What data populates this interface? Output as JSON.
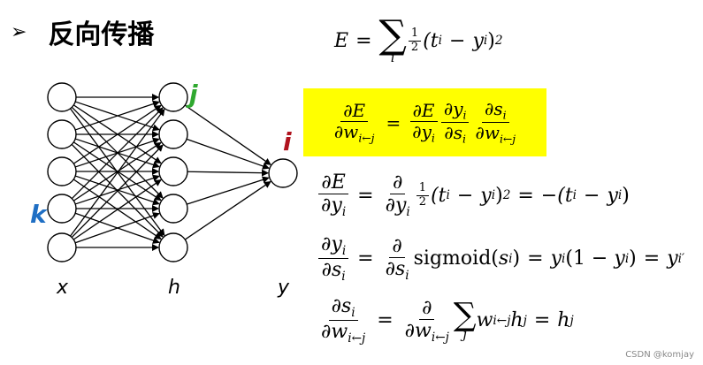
{
  "title": {
    "bullet": "➢",
    "text": "反向传播"
  },
  "network": {
    "layer_labels": {
      "input": "x",
      "hidden": "h",
      "output": "y"
    },
    "node_labels": {
      "k": "k",
      "j": "j",
      "i": "i"
    },
    "colors": {
      "k": "#1f6fc4",
      "j": "#2fa82f",
      "i": "#b0131e",
      "highlight": "#ffff00"
    }
  },
  "equations": {
    "e1": {
      "E": "E",
      "eq": "=",
      "sum_index": "i",
      "half_num": "1",
      "half_den": "2",
      "body": "(t",
      "t_sub": "i",
      "minus": "−",
      "y": "y",
      "y_sub": "i",
      "close": ")",
      "pow": "2"
    },
    "e2": {
      "lhs_num": "∂E",
      "lhs_den": "∂w",
      "lhs_den_sub": "i←j",
      "eq": "=",
      "f1_num": "∂E",
      "f1_den": "∂y",
      "f1_den_sub": "i",
      "f2_num": "∂y",
      "f2_num_sub": "i",
      "f2_den": "∂s",
      "f2_den_sub": "i",
      "f3_num": "∂s",
      "f3_num_sub": "i",
      "f3_den": "∂w",
      "f3_den_sub": "i←j"
    },
    "e3": {
      "lhs_num": "∂E",
      "lhs_den": "∂y",
      "lhs_den_sub": "i",
      "eq": "=",
      "d_num": "∂",
      "d_den": "∂y",
      "d_den_sub": "i",
      "half_num": "1",
      "half_den": "2",
      "body": "(t",
      "t_sub": "i",
      "minus": "−",
      "y": "y",
      "y_sub": "i",
      "close": ")",
      "pow": "2",
      "eq2": "=",
      "rhs": "−(t",
      "rhs_t_sub": "i",
      "rhs_minus": "−",
      "rhs_y": "y",
      "rhs_y_sub": "i",
      "rhs_close": ")"
    },
    "e4": {
      "lhs_num": "∂y",
      "lhs_num_sub": "i",
      "lhs_den": "∂s",
      "lhs_den_sub": "i",
      "eq": "=",
      "d_num": "∂",
      "d_den": "∂s",
      "d_den_sub": "i",
      "func": "sigmoid",
      "arg_open": "(s",
      "arg_sub": "i",
      "arg_close": ")",
      "eq2": "=",
      "y": "y",
      "y_sub": "i",
      "paren": "(1 −",
      "y2": "y",
      "y2_sub": "i",
      "close": ")",
      "eq3": "=",
      "yp": "y",
      "yp_sub": "i",
      "prime": "′"
    },
    "e5": {
      "lhs_num": "∂s",
      "lhs_num_sub": "i",
      "lhs_den": "∂w",
      "lhs_den_sub": "i←j",
      "eq": "=",
      "d_num": "∂",
      "d_den": "∂w",
      "d_den_sub": "i←j",
      "sum_index": "j",
      "w": "w",
      "w_sub": "i←j",
      "h": "h",
      "h_sub": "j",
      "eq2": "=",
      "rhs": "h",
      "rhs_sub": "j"
    }
  },
  "watermark": "CSDN @komjay"
}
